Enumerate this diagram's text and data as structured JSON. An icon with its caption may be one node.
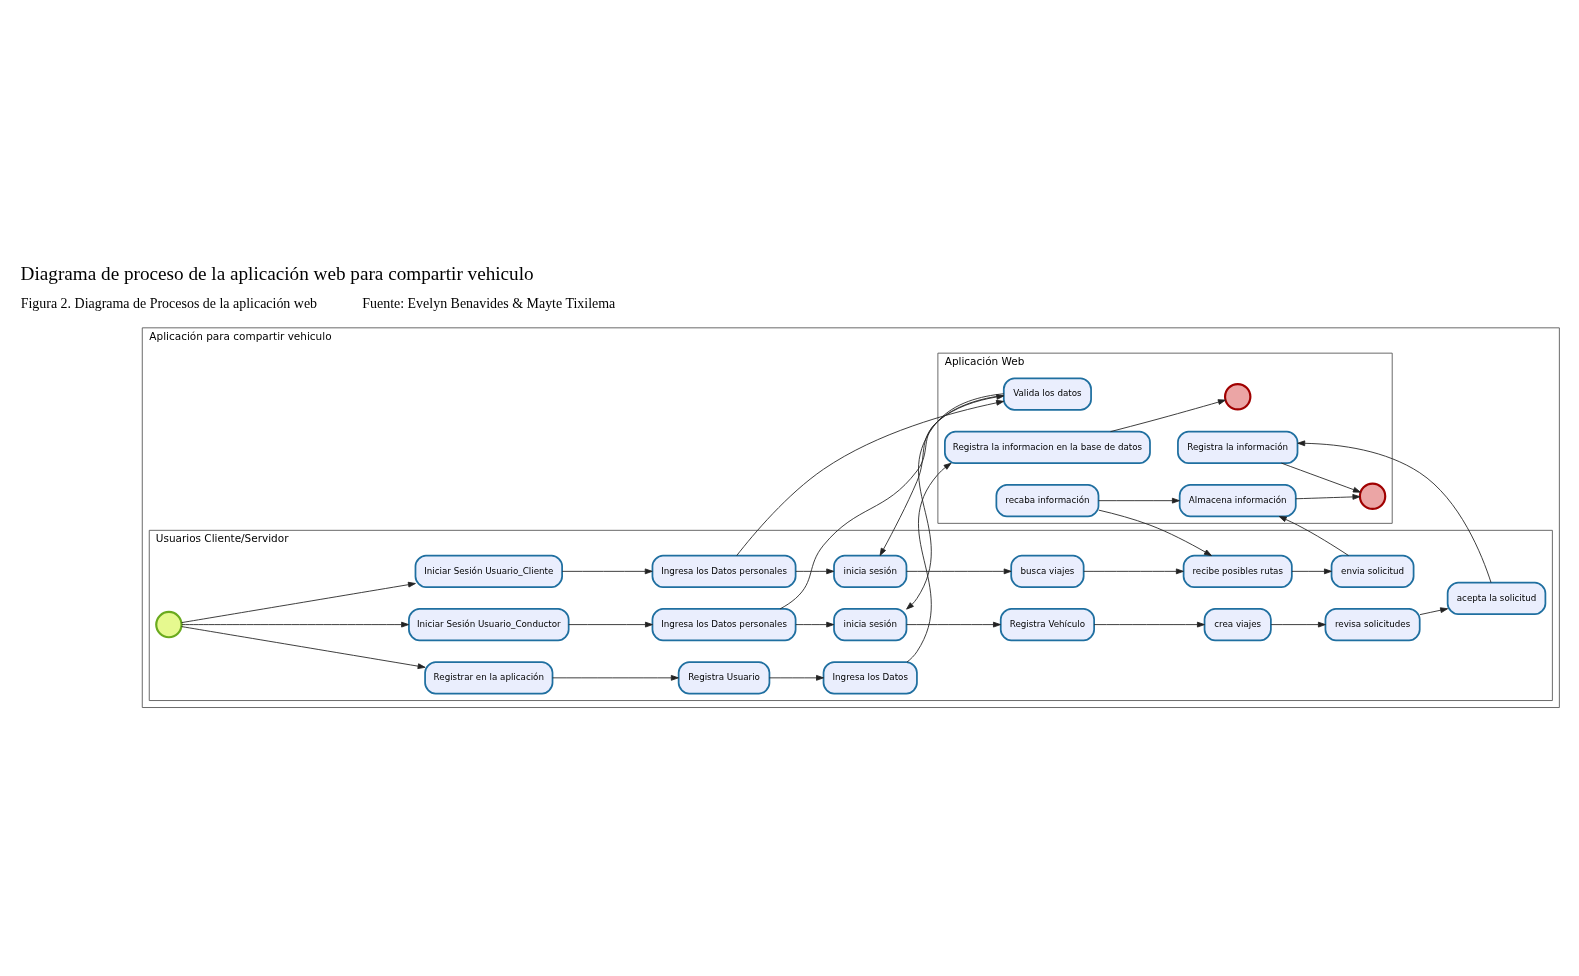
{
  "diagram": {
    "title": "Diagrama de proceso de la aplicación web para compartir vehiculo",
    "caption": "Figura 2. Diagrama de Procesos de la aplicación web",
    "nodes": [
      {
        "text": [
          "Aplicación para compartir vehiculo"
        ]
      },
      {
        "text": [
          "Usuarios Cliente/Servidor"
        ],
        "in": 0
      },
      {
        "text": [
          "Aplicación Web"
        ],
        "in": 0
      },
      {
        "text": [],
        "shape": "circle",
        "in": 1
      },
      {
        "text": [
          "Registrar en la aplicación"
        ],
        "in": 1
      },
      {
        "text": [
          "Registra Usuario"
        ],
        "in": 1
      },
      {
        "text": [
          "Ingresa los Datos"
        ],
        "in": 1
      },
      {
        "text": [
          "Iniciar Sesión Usuario_Cliente"
        ],
        "in": 1
      },
      {
        "text": [
          "Ingresa los Datos personales"
        ],
        "in": 1
      },
      {
        "text": [
          "inicia sesión"
        ],
        "in": 1
      },
      {
        "text": [
          "busca viajes"
        ],
        "in": 1
      },
      {
        "text": [
          "recibe posibles rutas"
        ],
        "in": 1
      },
      {
        "text": [
          "envia solicitud"
        ],
        "in": 1
      },
      {
        "text": [
          "Iniciar Sesión Usuario_Conductor"
        ],
        "in": 1
      },
      {
        "text": [
          "Ingresa los Datos personales"
        ],
        "in": 1
      },
      {
        "text": [
          "inicia sesión"
        ],
        "in": 1
      },
      {
        "text": [
          "Registra Vehículo"
        ],
        "in": 1
      },
      {
        "text": [
          "crea viajes"
        ],
        "in": 1
      },
      {
        "text": [
          "revisa solicitudes"
        ],
        "in": 1
      },
      {
        "text": [
          "acepta la solicitud"
        ],
        "in": 1
      },
      {
        "text": [
          "Registra la informacion en la base de datos"
        ],
        "in": 2
      },
      {
        "text": [
          "Valida los datos"
        ],
        "in": 2
      },
      {
        "text": [
          "Registra la información"
        ],
        "in": 2
      },
      {
        "text": [
          "recaba información"
        ],
        "in": 2
      },
      {
        "text": [
          "Almacena información"
        ],
        "in": 2
      },
      {
        "text": [],
        "shape": "circle",
        "in": 2
      },
      {
        "text": [],
        "shape": "circle",
        "in": 2
      }
    ],
    "edges": [
      {
        "from": 3,
        "to": 4,
        "arrow": "to"
      },
      {
        "from": 3,
        "to": 7,
        "arrow": "to"
      },
      {
        "from": 3,
        "to": 13,
        "arrow": "to"
      },
      {
        "from": 4,
        "to": 5,
        "arrow": "to"
      },
      {
        "from": 5,
        "to": 6,
        "arrow": "to"
      },
      {
        "from": 6,
        "to": 20,
        "arrow": "to"
      },
      {
        "from": 7,
        "to": 8,
        "arrow": "to"
      },
      {
        "from": 8,
        "to": 9,
        "arrow": "to"
      },
      {
        "from": 8,
        "to": 21,
        "arrow": "to"
      },
      {
        "from": 9,
        "to": 10,
        "arrow": "to"
      },
      {
        "from": 10,
        "to": 11,
        "arrow": "to"
      },
      {
        "from": 11,
        "to": 12,
        "arrow": "to"
      },
      {
        "from": 12,
        "to": 24,
        "arrow": "to"
      },
      {
        "from": 13,
        "to": 14,
        "arrow": "to"
      },
      {
        "from": 14,
        "to": 15,
        "arrow": "to"
      },
      {
        "from": 14,
        "to": 21,
        "arrow": "to"
      },
      {
        "from": 15,
        "to": 16,
        "arrow": "to"
      },
      {
        "from": 16,
        "to": 17,
        "arrow": "to"
      },
      {
        "from": 17,
        "to": 18,
        "arrow": "to"
      },
      {
        "from": 18,
        "to": 19,
        "arrow": "to"
      },
      {
        "from": 19,
        "to": 22,
        "arrow": "to"
      },
      {
        "from": 21,
        "to": 15,
        "arrow": "to"
      },
      {
        "from": 21,
        "to": 9,
        "arrow": "to"
      },
      {
        "from": 20,
        "to": 25,
        "arrow": "to"
      },
      {
        "from": 22,
        "to": 26,
        "arrow": "to"
      },
      {
        "from": 23,
        "to": 24,
        "arrow": "to"
      },
      {
        "from": 23,
        "to": 11,
        "arrow": "to"
      },
      {
        "from": 24,
        "to": 26,
        "arrow": "to"
      }
    ],
    "labels": [
      "Fuente: Evelyn Benavides & Mayte Tixilema"
    ]
  }
}
